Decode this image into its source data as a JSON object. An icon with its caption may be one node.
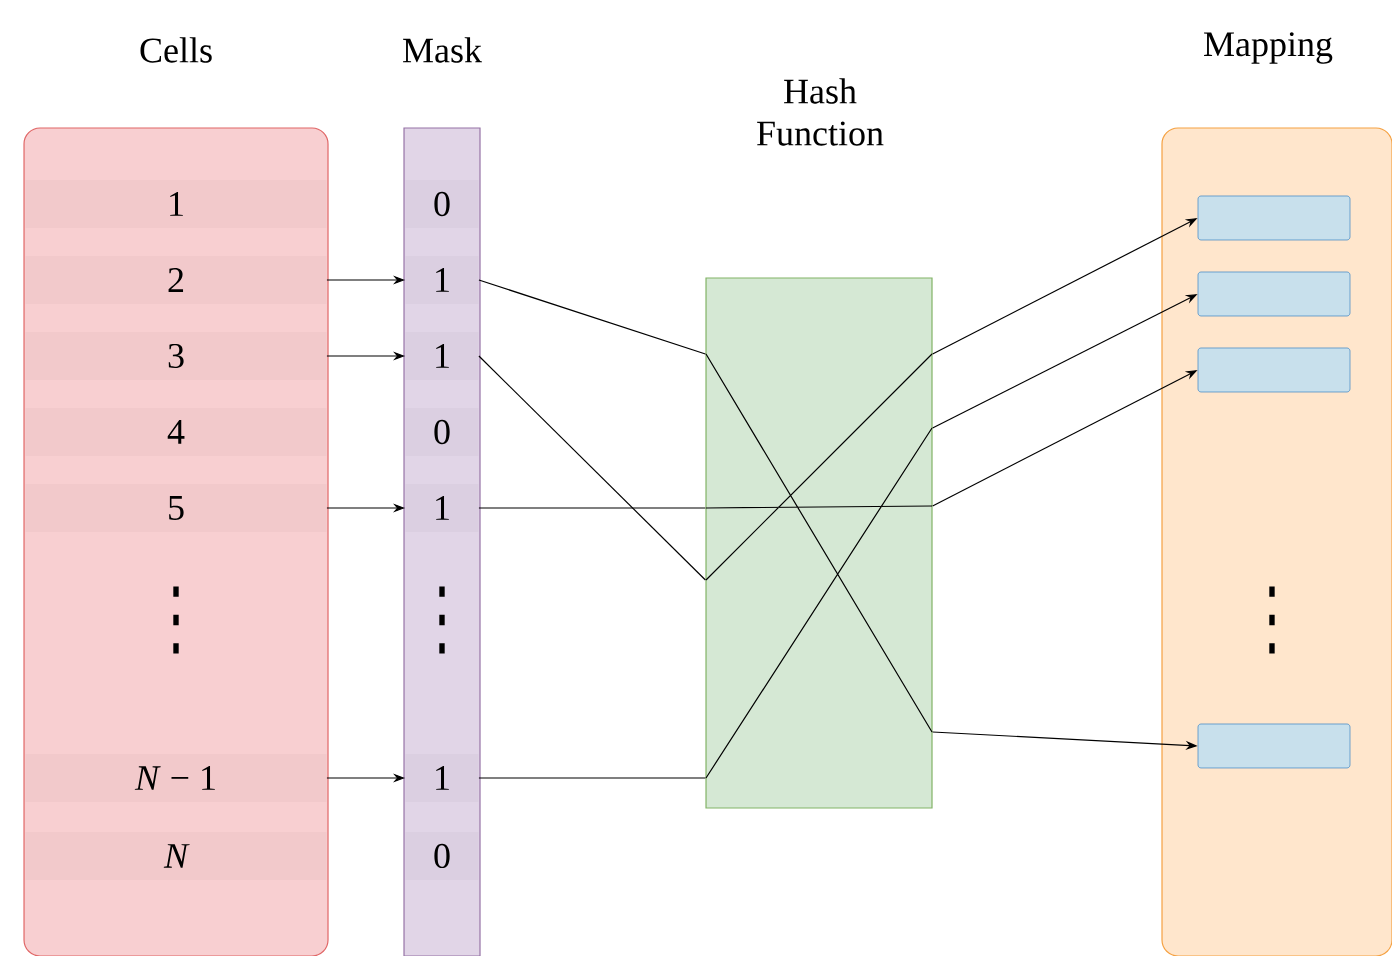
{
  "diagram": {
    "nodes": [
      {
        "text": [
          "Cells"
        ]
      },
      {
        "text": [
          "1"
        ],
        "in": 0
      },
      {
        "text": [
          "2"
        ],
        "in": 0
      },
      {
        "text": [
          "3"
        ],
        "in": 0
      },
      {
        "text": [
          "4"
        ],
        "in": 0
      },
      {
        "text": [
          "5"
        ],
        "in": 0
      },
      {
        "text": [
          "*N* − 1"
        ],
        "in": 0
      },
      {
        "text": [
          "N"
        ],
        "in": 0
      },
      {
        "text": [
          "Mask"
        ]
      },
      {
        "text": [
          "0"
        ],
        "in": 8
      },
      {
        "text": [
          "1"
        ],
        "in": 8
      },
      {
        "text": [
          "1"
        ],
        "in": 8
      },
      {
        "text": [
          "0"
        ],
        "in": 8
      },
      {
        "text": [
          "1"
        ],
        "in": 8
      },
      {
        "text": [
          "1"
        ],
        "in": 8
      },
      {
        "text": [
          "0"
        ],
        "in": 8
      },
      {
        "text": [
          "Hash Function"
        ]
      },
      {
        "text": [
          "Mapping"
        ]
      },
      {
        "text": [],
        "shape": "box",
        "in": 17
      },
      {
        "text": [],
        "shape": "box",
        "in": 17
      },
      {
        "text": [],
        "shape": "box",
        "in": 17
      },
      {
        "text": [],
        "shape": "box",
        "in": 17
      }
    ],
    "edges": [
      {
        "from": 2,
        "to": 10,
        "arrow": "to"
      },
      {
        "from": 3,
        "to": 11,
        "arrow": "to"
      },
      {
        "from": 5,
        "to": 13,
        "arrow": "to"
      },
      {
        "from": 6,
        "to": 14,
        "arrow": "to"
      },
      {
        "from": 10,
        "to": 16,
        "arrow": "none"
      },
      {
        "from": 11,
        "to": 16,
        "arrow": "none"
      },
      {
        "from": 13,
        "to": 16,
        "arrow": "none"
      },
      {
        "from": 14,
        "to": 16,
        "arrow": "none"
      },
      {
        "from": 16,
        "to": 18,
        "arrow": "to"
      },
      {
        "from": 16,
        "to": 19,
        "arrow": "to"
      },
      {
        "from": 16,
        "to": 20,
        "arrow": "to"
      },
      {
        "from": 16,
        "to": 21,
        "arrow": "to"
      }
    ],
    "labels": [
      "⋮",
      "⋮",
      "⋮"
    ]
  }
}
